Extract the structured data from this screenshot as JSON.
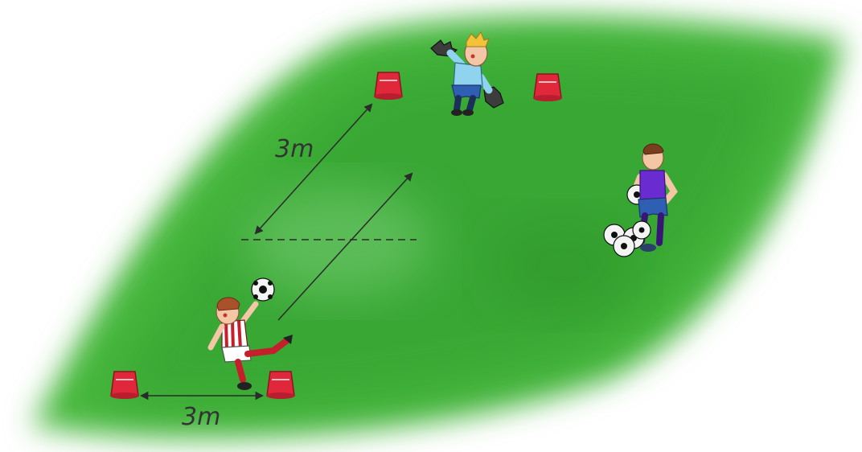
{
  "diagram": {
    "labels": {
      "distance_vertical": "3m",
      "distance_horizontal": "3m"
    },
    "colors": {
      "pitch": "#3fb53a",
      "pitch_dark": "#2f9a2c",
      "cone": "#e0283a",
      "line": "#2b2b2b",
      "goalkeeper_shirt": "#8fd3ee",
      "server_shirt": "#6a2bd0",
      "kicker_stripe": "#c41f2a"
    },
    "elements": [
      "cone",
      "cone",
      "cone",
      "cone",
      "goalkeeper",
      "kicker",
      "server",
      "ball-pile",
      "distance-arrow",
      "shot-arrow",
      "dashed-line"
    ]
  }
}
